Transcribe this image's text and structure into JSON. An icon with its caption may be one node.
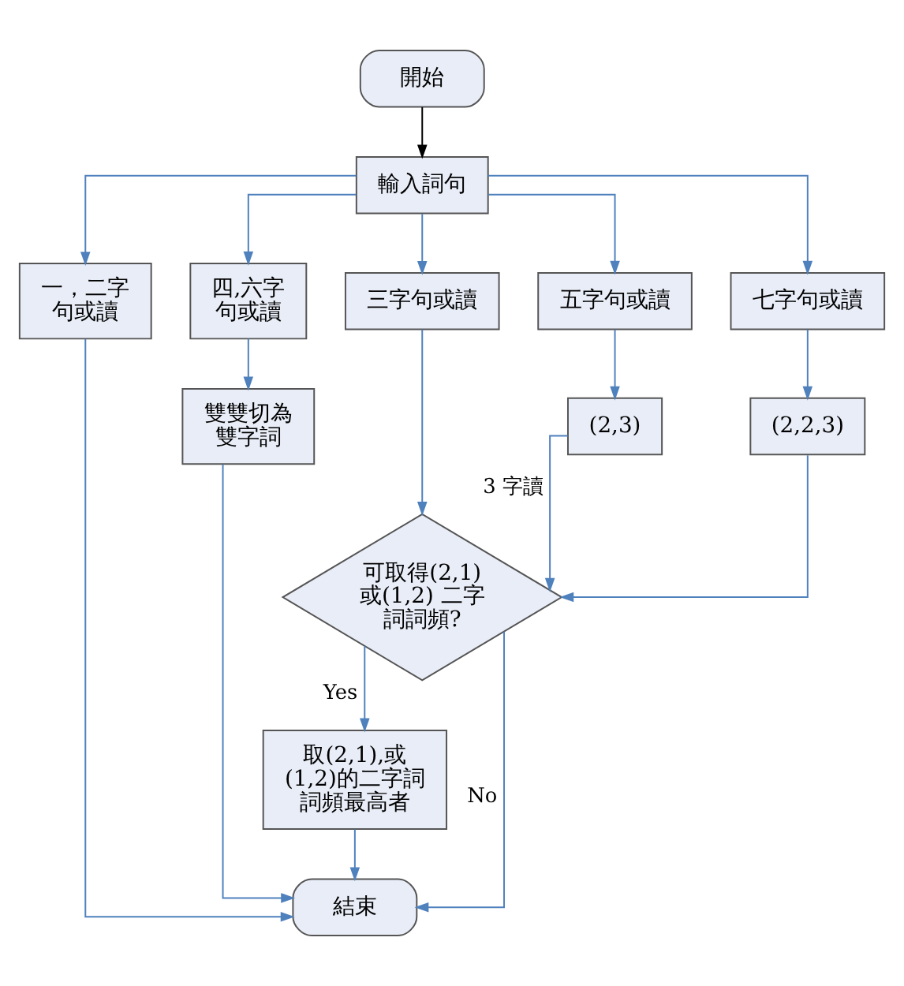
{
  "diagram": {
    "nodes": [
      {
        "text": [
          "開始"
        ]
      },
      {
        "text": [
          "輸入詞句"
        ]
      },
      {
        "text": [
          "一，二字句或讀"
        ]
      },
      {
        "text": [
          "四,六字句或讀"
        ]
      },
      {
        "text": [
          "三字句或讀"
        ]
      },
      {
        "text": [
          "五字句或讀"
        ]
      },
      {
        "text": [
          "七字句或讀"
        ]
      },
      {
        "text": [
          "雙雙切為雙字詞"
        ]
      },
      {
        "text": [
          "(2,3)"
        ]
      },
      {
        "text": [
          "(2,2,3)"
        ]
      },
      {
        "text": [
          "可取得(2,1)或(1,2) 二字詞詞頻?"
        ]
      },
      {
        "text": [
          "取(2,1),或(1,2)的二字詞詞頻最高者"
        ]
      },
      {
        "text": [
          "結束"
        ]
      }
    ],
    "edges": [
      {
        "from": 0,
        "to": 1,
        "arrow": "to",
        "color": "#000000"
      },
      {
        "from": 1,
        "to": 2,
        "arrow": "to"
      },
      {
        "from": 1,
        "to": 3,
        "arrow": "to"
      },
      {
        "from": 1,
        "to": 4,
        "arrow": "to"
      },
      {
        "from": 1,
        "to": 5,
        "arrow": "to"
      },
      {
        "from": 1,
        "to": 6,
        "arrow": "to"
      },
      {
        "from": 3,
        "to": 7,
        "arrow": "to"
      },
      {
        "from": 5,
        "to": 8,
        "arrow": "to"
      },
      {
        "from": 6,
        "to": 9,
        "arrow": "to"
      },
      {
        "from": 4,
        "to": 10,
        "arrow": "to"
      },
      {
        "from": 8,
        "to": 10,
        "arrow": "to",
        "label": "3 字讀"
      },
      {
        "from": 9,
        "to": 10,
        "arrow": "to"
      },
      {
        "from": 10,
        "to": 11,
        "arrow": "to",
        "label": "Yes"
      },
      {
        "from": 10,
        "to": 12,
        "arrow": "to",
        "label": "No"
      },
      {
        "from": 11,
        "to": 12,
        "arrow": "to"
      },
      {
        "from": 2,
        "to": 12,
        "arrow": "to"
      },
      {
        "from": 7,
        "to": 12,
        "arrow": "to"
      }
    ]
  }
}
